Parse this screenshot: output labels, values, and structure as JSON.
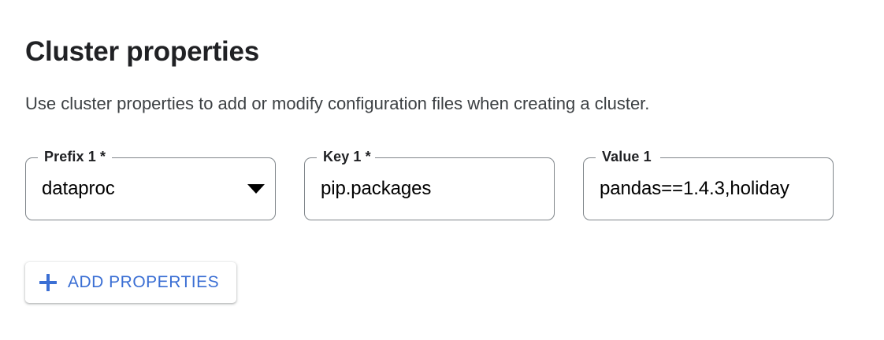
{
  "header": {
    "title": "Cluster properties",
    "subtitle": "Use cluster properties to add or modify configuration files when creating a cluster."
  },
  "colors": {
    "accent_blue": "#3b6fd4",
    "text_primary": "#202124",
    "text_secondary": "#3c4043",
    "field_border": "#80868b",
    "background": "#ffffff"
  },
  "form": {
    "fields": [
      {
        "name": "prefix",
        "label": "Prefix 1 *",
        "value": "dataproc",
        "type": "select",
        "required": true,
        "icon": "chevron-down-icon",
        "clipped": false
      },
      {
        "name": "key",
        "label": "Key 1 *",
        "value": "pip.packages",
        "type": "text",
        "required": true,
        "icon": "",
        "clipped": false
      },
      {
        "name": "value",
        "label": "Value 1",
        "value": "pandas==1.4.3,holiday",
        "type": "text",
        "required": false,
        "icon": "",
        "clipped": true
      }
    ]
  },
  "actions": {
    "add_properties": {
      "label": "ADD PROPERTIES",
      "icon": "plus-icon"
    }
  }
}
